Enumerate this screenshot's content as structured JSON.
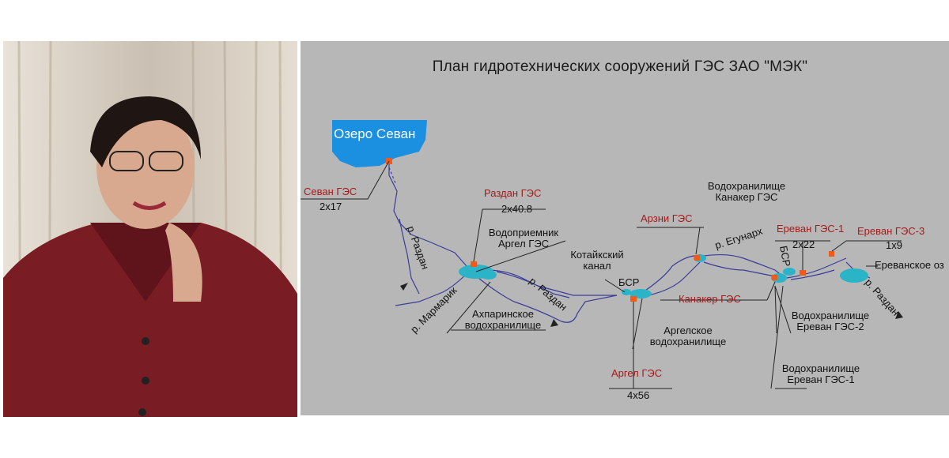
{
  "map": {
    "title": "План гидротехнических сооружений ГЭС ЗАО \"МЭК\"",
    "lake": "Озеро Севан",
    "stations": [
      {
        "name": "Севан ГЭС",
        "capacity": "2x17"
      },
      {
        "name": "Раздан ГЭС",
        "capacity": "2x40.8"
      },
      {
        "name": "Аргел ГЭС",
        "capacity": "4x56"
      },
      {
        "name": "Арзни ГЭС",
        "capacity": ""
      },
      {
        "name": "Канакер ГЭС",
        "capacity": ""
      },
      {
        "name": "Ереван ГЭС-1",
        "capacity": "2x22"
      },
      {
        "name": "Ереван ГЭС-3",
        "capacity": "1x9"
      }
    ],
    "labels": {
      "river_razdan": "р. Раздан",
      "river_marmarik": "р. Мармарик",
      "river_yegunarkh": "р. Егунарх",
      "intake_argel": "Водоприемник Аргел ГЭС",
      "akhparin_res": "Ахпаринское водохранилище",
      "kotayk_canal": "Котайкский канал",
      "bsr": "БСР",
      "argel_res": "Аргелское водохранилище",
      "kanaker_res": "Водохранилище Канакер ГЭС",
      "yerevan2_res": "Водохранилище Ереван ГЭС-2",
      "yerevan1_res": "Водохранилище Ереван ГЭС-1",
      "yerevan_lake": "Ереванское оз"
    },
    "colors": {
      "background": "#b7b7b7",
      "water": "#1b8fe0",
      "reservoir": "#2bb3c8",
      "river": "#3c3c9a",
      "station": "#f05a1a",
      "station_label": "#a61a1a"
    }
  }
}
